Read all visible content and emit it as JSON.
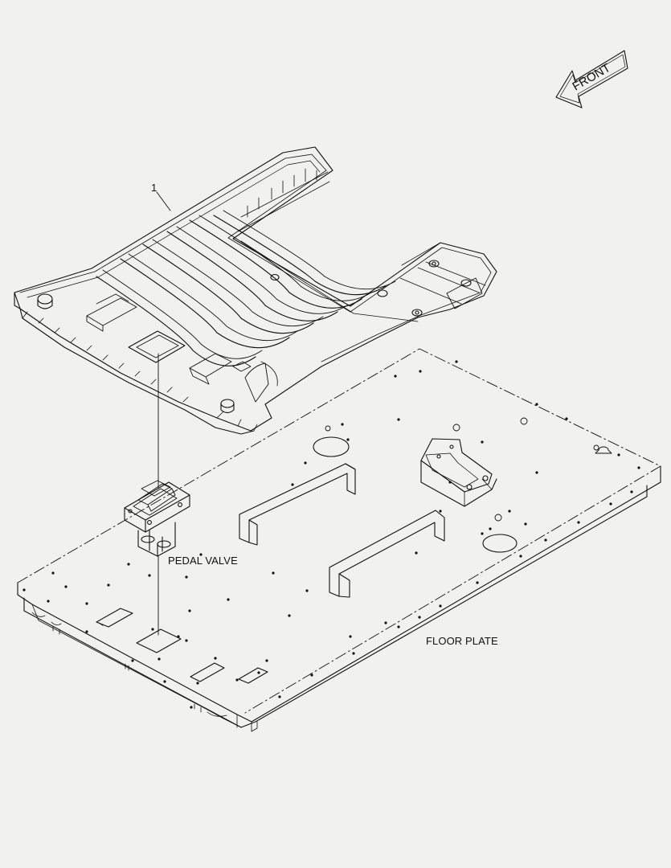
{
  "labels": {
    "item_number": "1",
    "pedal_valve": "PEDAL VALVE",
    "floor_plate": "FLOOR PLATE",
    "front_arrow": "FRONT"
  },
  "colors": {
    "background": "#f1f1ef",
    "line": "#111111"
  },
  "icons": {
    "front_arrow": "front-direction-arrow-icon"
  }
}
